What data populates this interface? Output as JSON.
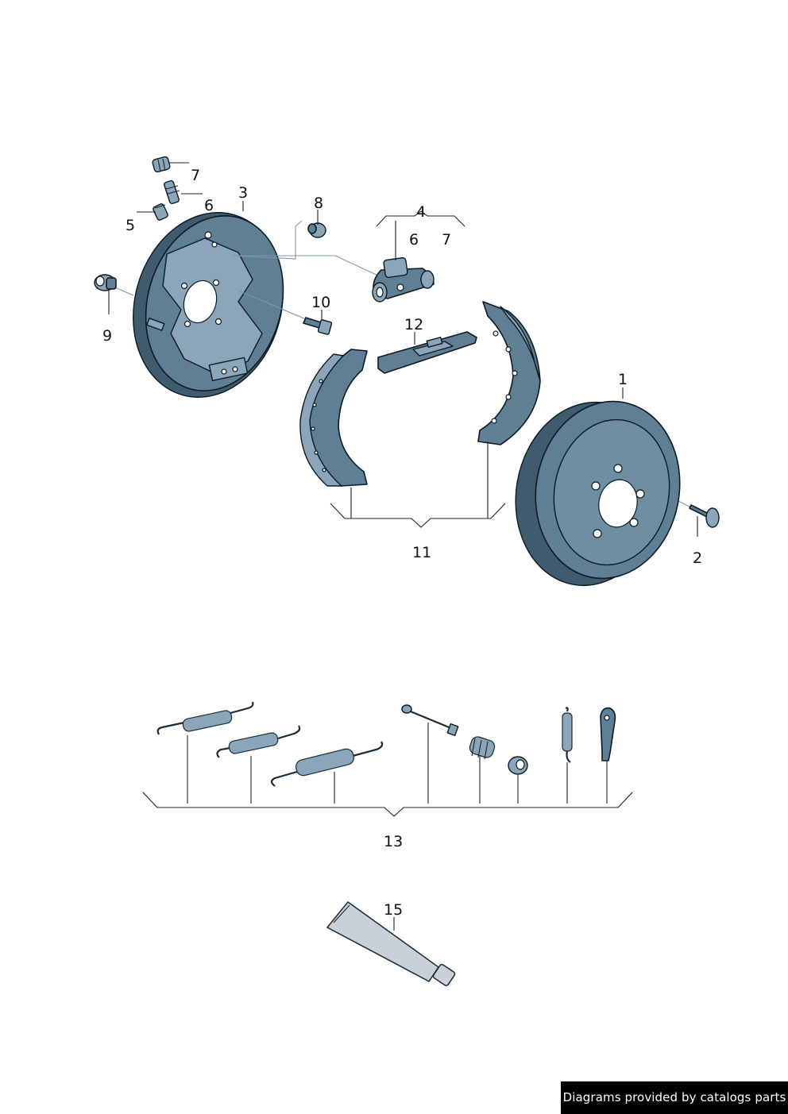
{
  "diagram": {
    "callouts": {
      "c1": "1",
      "c2": "2",
      "c3": "3",
      "c4": "4",
      "c5": "5",
      "c6a": "6",
      "c6b": "6",
      "c7a": "7",
      "c7b": "7",
      "c8": "8",
      "c9": "9",
      "c10": "10",
      "c11": "11",
      "c12": "12",
      "c13": "13",
      "c15": "15"
    }
  },
  "watermark": {
    "text": "Diagrams provided by catalogs parts"
  },
  "colors": {
    "part_fill": "#5e7f94",
    "outline": "#0c1a24",
    "background": "#ffffff"
  }
}
